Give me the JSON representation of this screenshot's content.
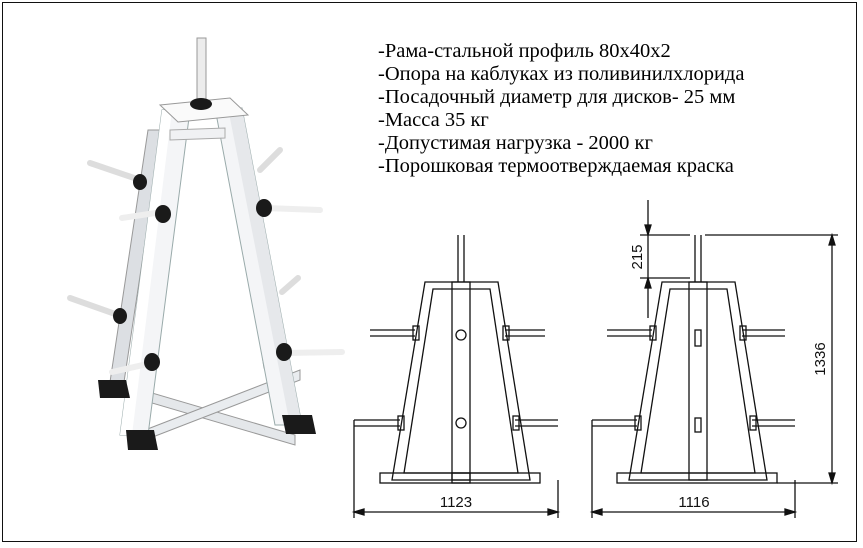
{
  "specs": [
    "-Рама-стальной профиль 80х40х2",
    "-Опора на каблуках из поливинилхлорида",
    "-Посадочный диаметр для дисков- 25 мм",
    "-Масса 35 кг",
    "-Допустимая нагрузка - 2000 кг",
    "-Порошковая термоотверждаемая краска"
  ],
  "dimensions": {
    "front_width": "1123",
    "side_width": "1116",
    "height": "1336",
    "top_post": "215"
  },
  "colors": {
    "frame_white": "#f2f4f6",
    "foot_black": "#1a1a1a",
    "line": "#111111"
  }
}
